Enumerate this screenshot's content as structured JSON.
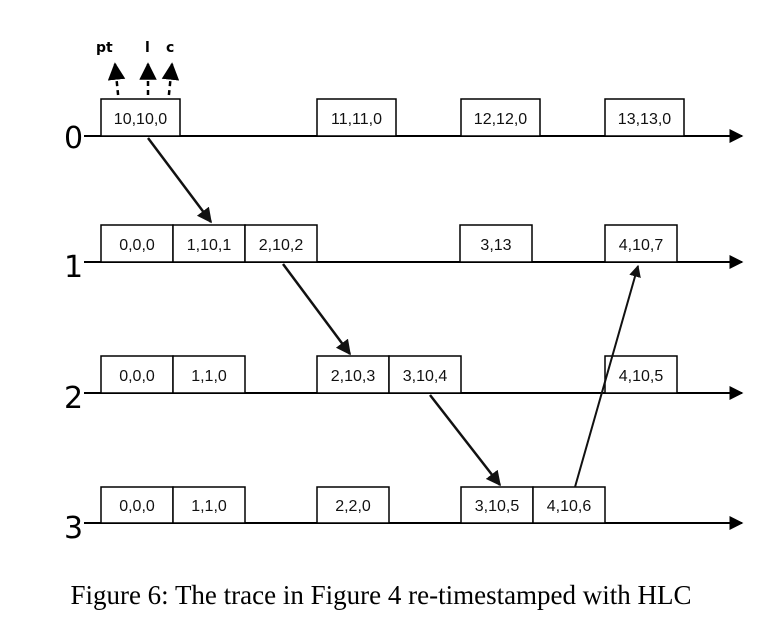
{
  "legend": {
    "pt": "pt",
    "l": "l",
    "c": "c"
  },
  "lanes": [
    {
      "label": "0",
      "events": [
        "10,10,0",
        "11,11,0",
        "12,12,0",
        "13,13,0"
      ]
    },
    {
      "label": "1",
      "events": [
        "0,0,0",
        "1,10,1",
        "2,10,2",
        "3,13",
        "4,10,7"
      ]
    },
    {
      "label": "2",
      "events": [
        "0,0,0",
        "1,1,0",
        "2,10,3",
        "3,10,4",
        "4,10,5"
      ]
    },
    {
      "label": "3",
      "events": [
        "0,0,0",
        "1,1,0",
        "2,2,0",
        "3,10,5",
        "4,10,6"
      ]
    }
  ],
  "messages": [
    {
      "from": "0:10,10,0",
      "to": "1:1,10,1"
    },
    {
      "from": "1:2,10,2",
      "to": "2:2,10,3"
    },
    {
      "from": "2:3,10,4",
      "to": "3:3,10,5"
    },
    {
      "from": "3:4,10,6",
      "to": "1:4,10,7"
    }
  ],
  "caption": "Figure 6: The trace in Figure 4 re-timestamped with HLC"
}
